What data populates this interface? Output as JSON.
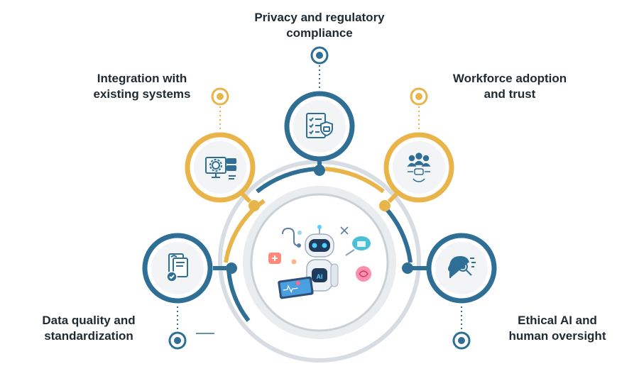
{
  "colors": {
    "blue": "#2f6f95",
    "gold": "#e9b54a",
    "ring_gray": "#d7dde2",
    "text": "#1f2a33"
  },
  "center": {
    "icon": "ai-robot-healthcare-illustration",
    "badge_text": "AI"
  },
  "challenges": [
    {
      "id": "privacy",
      "lines": [
        "Privacy and regulatory",
        "compliance"
      ],
      "color": "blue",
      "icon": "secure-checklist-icon"
    },
    {
      "id": "integration",
      "lines": [
        "Integration with",
        "existing systems"
      ],
      "color": "gold",
      "icon": "computer-gear-server-icon"
    },
    {
      "id": "workforce",
      "lines": [
        "Workforce adoption",
        "and trust"
      ],
      "color": "gold",
      "icon": "team-gear-icon"
    },
    {
      "id": "data-quality",
      "lines": [
        "Data quality and",
        "standardization"
      ],
      "color": "blue",
      "icon": "document-check-icon"
    },
    {
      "id": "ethical-ai",
      "lines": [
        "Ethical AI and",
        "human oversight"
      ],
      "color": "blue",
      "icon": "head-magnifier-icon"
    }
  ]
}
